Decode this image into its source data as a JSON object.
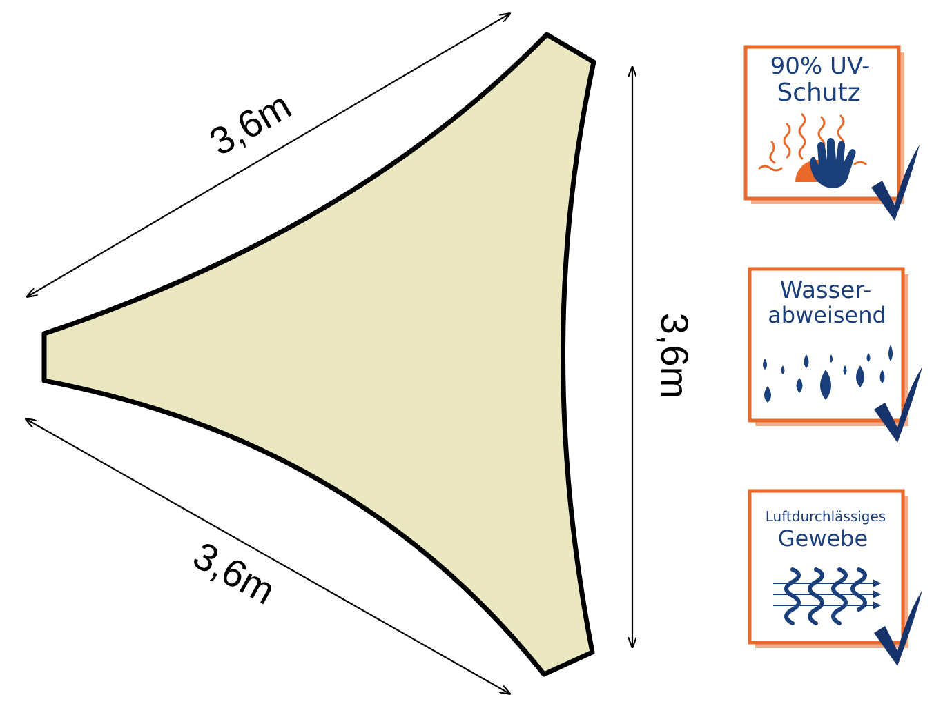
{
  "diagram": {
    "dimension_top": "3,6m",
    "dimension_right": "3,6m",
    "dimension_bottom": "3,6m",
    "sail_color": "#ebe7c1",
    "outline_color": "#000000"
  },
  "badges": [
    {
      "title_line1": "90% UV-",
      "title_line2": "Schutz",
      "icon": "sun-hand-icon",
      "checked": true
    },
    {
      "title_line1": "Wasser-",
      "title_line2": "abweisend",
      "icon": "water-drops-icon",
      "checked": true
    },
    {
      "title_line1": "Luftdurchlässiges",
      "title_line2": "Gewebe",
      "icon": "airflow-fabric-icon",
      "checked": true
    }
  ],
  "colors": {
    "badge_border": "#e8692a",
    "badge_text": "#1a3f7a",
    "checkmark": "#16336b",
    "sun": "#e8692a"
  }
}
